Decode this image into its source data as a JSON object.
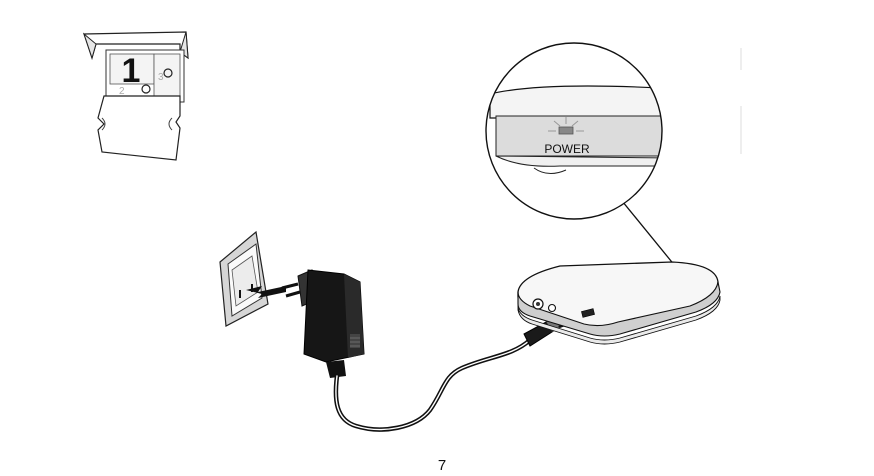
{
  "step_icon": {
    "number": "1",
    "sub_number_left": "2",
    "sub_number_right": "3"
  },
  "zoom_callout": {
    "led_label": "POWER"
  },
  "footer": {
    "page_number": "7"
  }
}
